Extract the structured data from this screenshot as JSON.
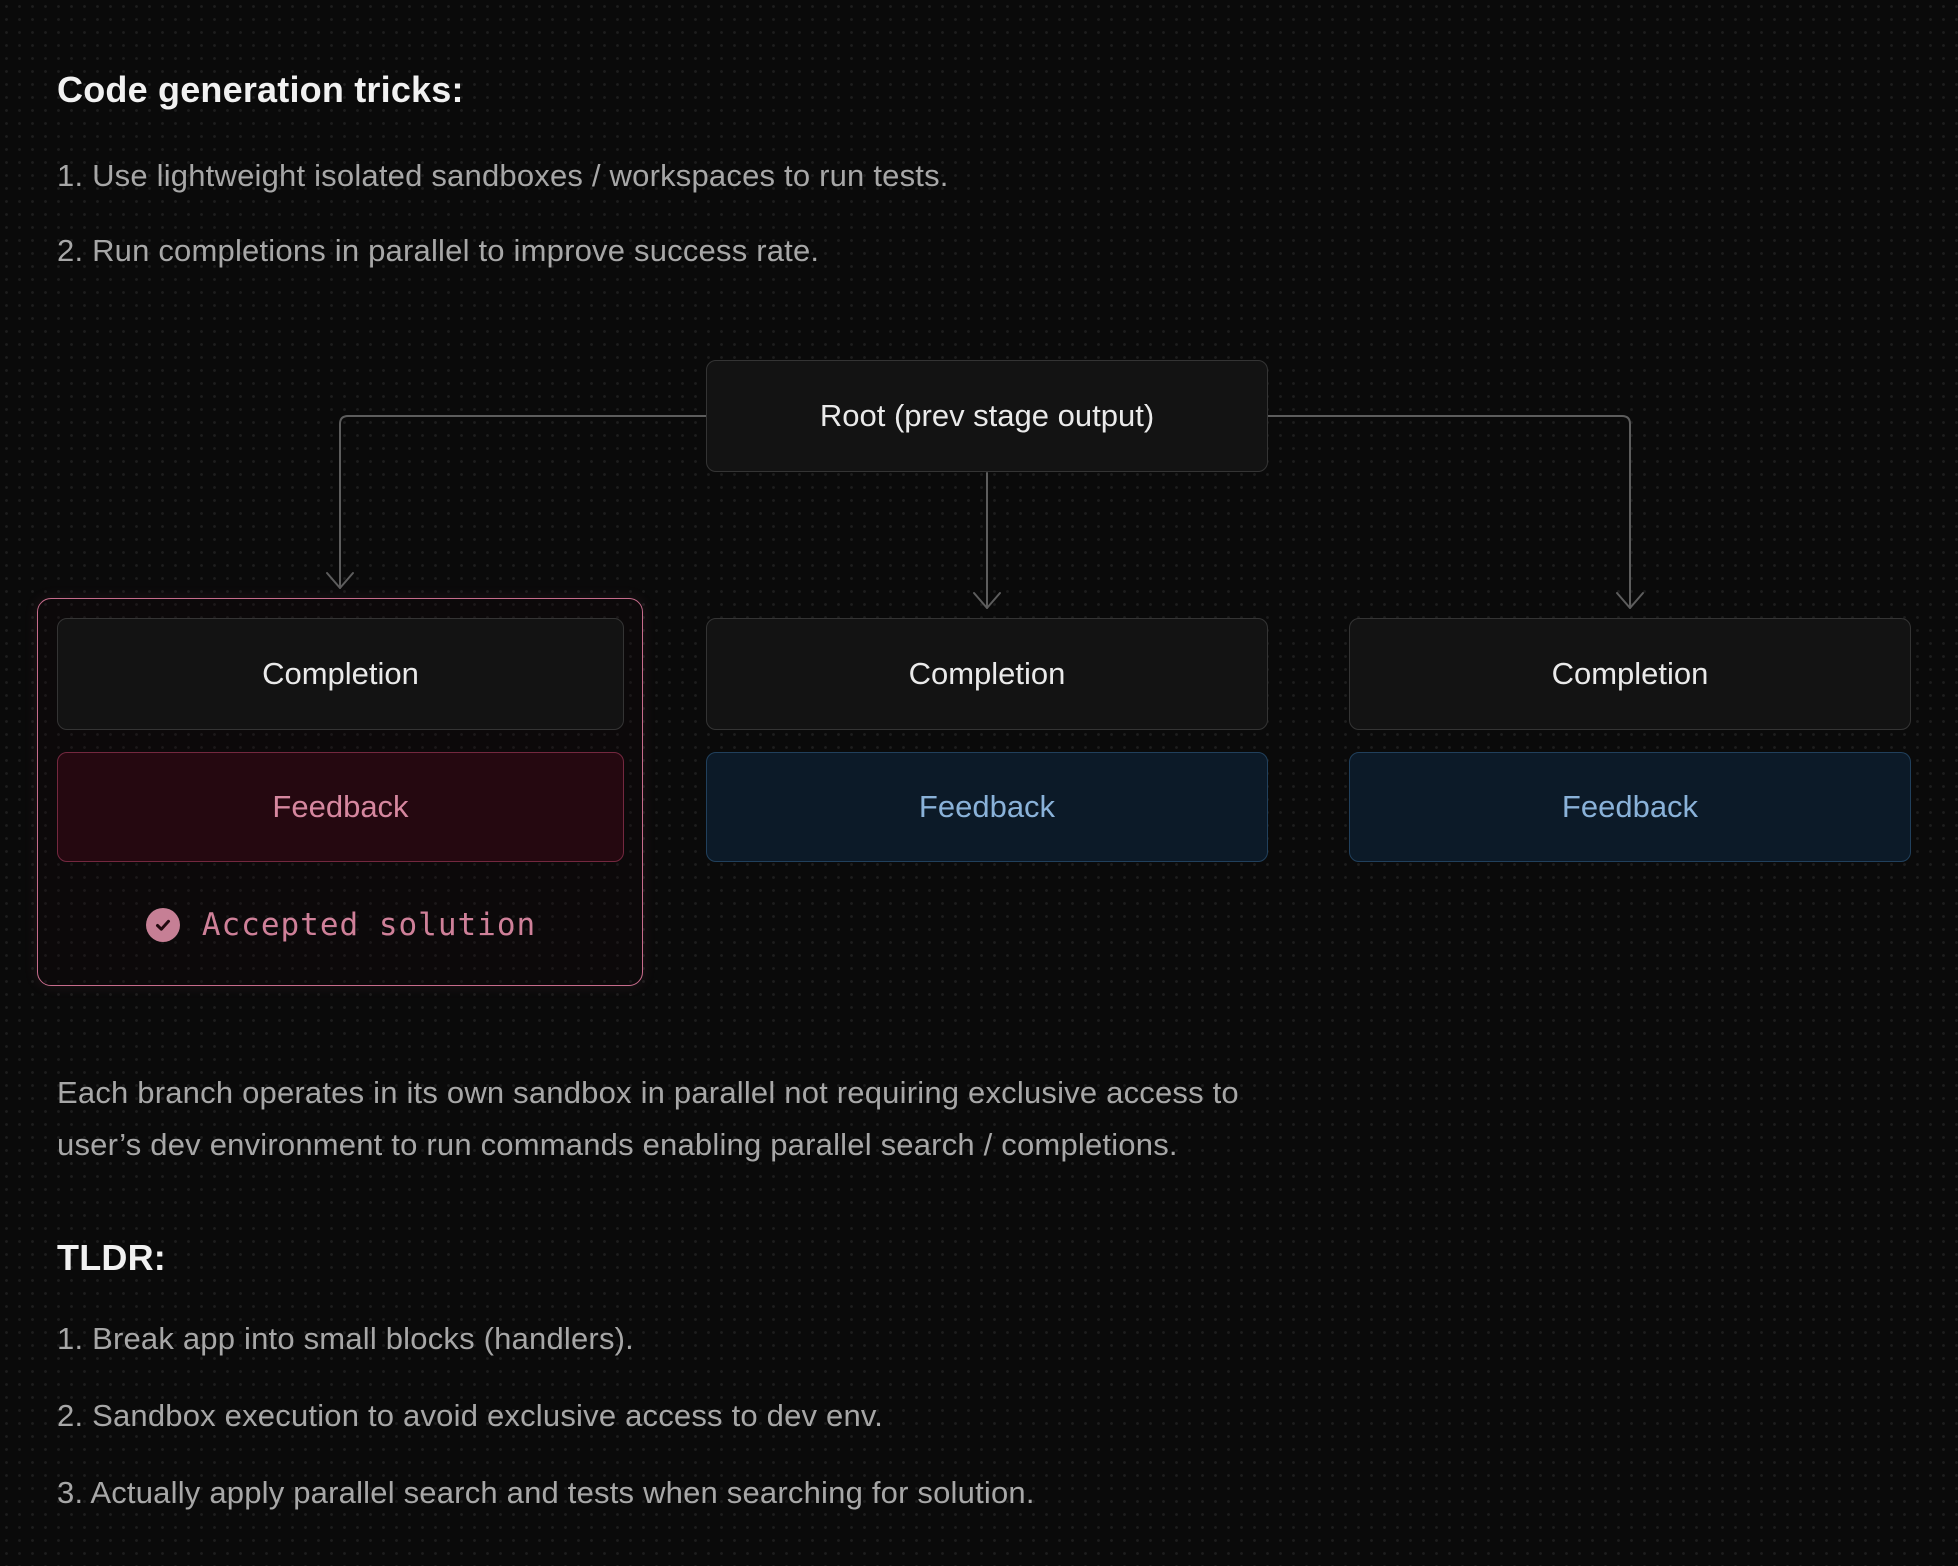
{
  "header": {
    "title": "Code generation tricks:"
  },
  "tricks": [
    "1. Use lightweight isolated sandboxes / workspaces to run tests.",
    "2. Run completions in parallel to improve success rate."
  ],
  "diagram": {
    "root_label": "Root (prev stage output)",
    "branches": [
      {
        "completion_label": "Completion",
        "feedback_label": "Feedback",
        "accepted": true,
        "status_label": "Accepted solution",
        "status_icon": "check-circle",
        "accent_color": "#c76c8c"
      },
      {
        "completion_label": "Completion",
        "feedback_label": "Feedback",
        "accepted": false,
        "accent_color": "#8ab2d9"
      },
      {
        "completion_label": "Completion",
        "feedback_label": "Feedback",
        "accepted": false,
        "accent_color": "#8ab2d9"
      }
    ]
  },
  "note": {
    "lines": [
      "Each branch operates in its own sandbox in parallel not requiring exclusive access to",
      "user’s dev environment to run commands enabling parallel search / completions."
    ]
  },
  "tldr": {
    "heading": "TLDR:",
    "items": [
      "1. Break app into small blocks (handlers).",
      "2. Sandbox execution to avoid exclusive access to dev env.",
      "3. Actually apply parallel search and tests when searching for solution."
    ]
  },
  "colors": {
    "background": "#0a0a0a",
    "accent_pink": "#c76c8c",
    "accent_blue": "#8ab2d9",
    "connector_gray": "#5d5d5d"
  }
}
